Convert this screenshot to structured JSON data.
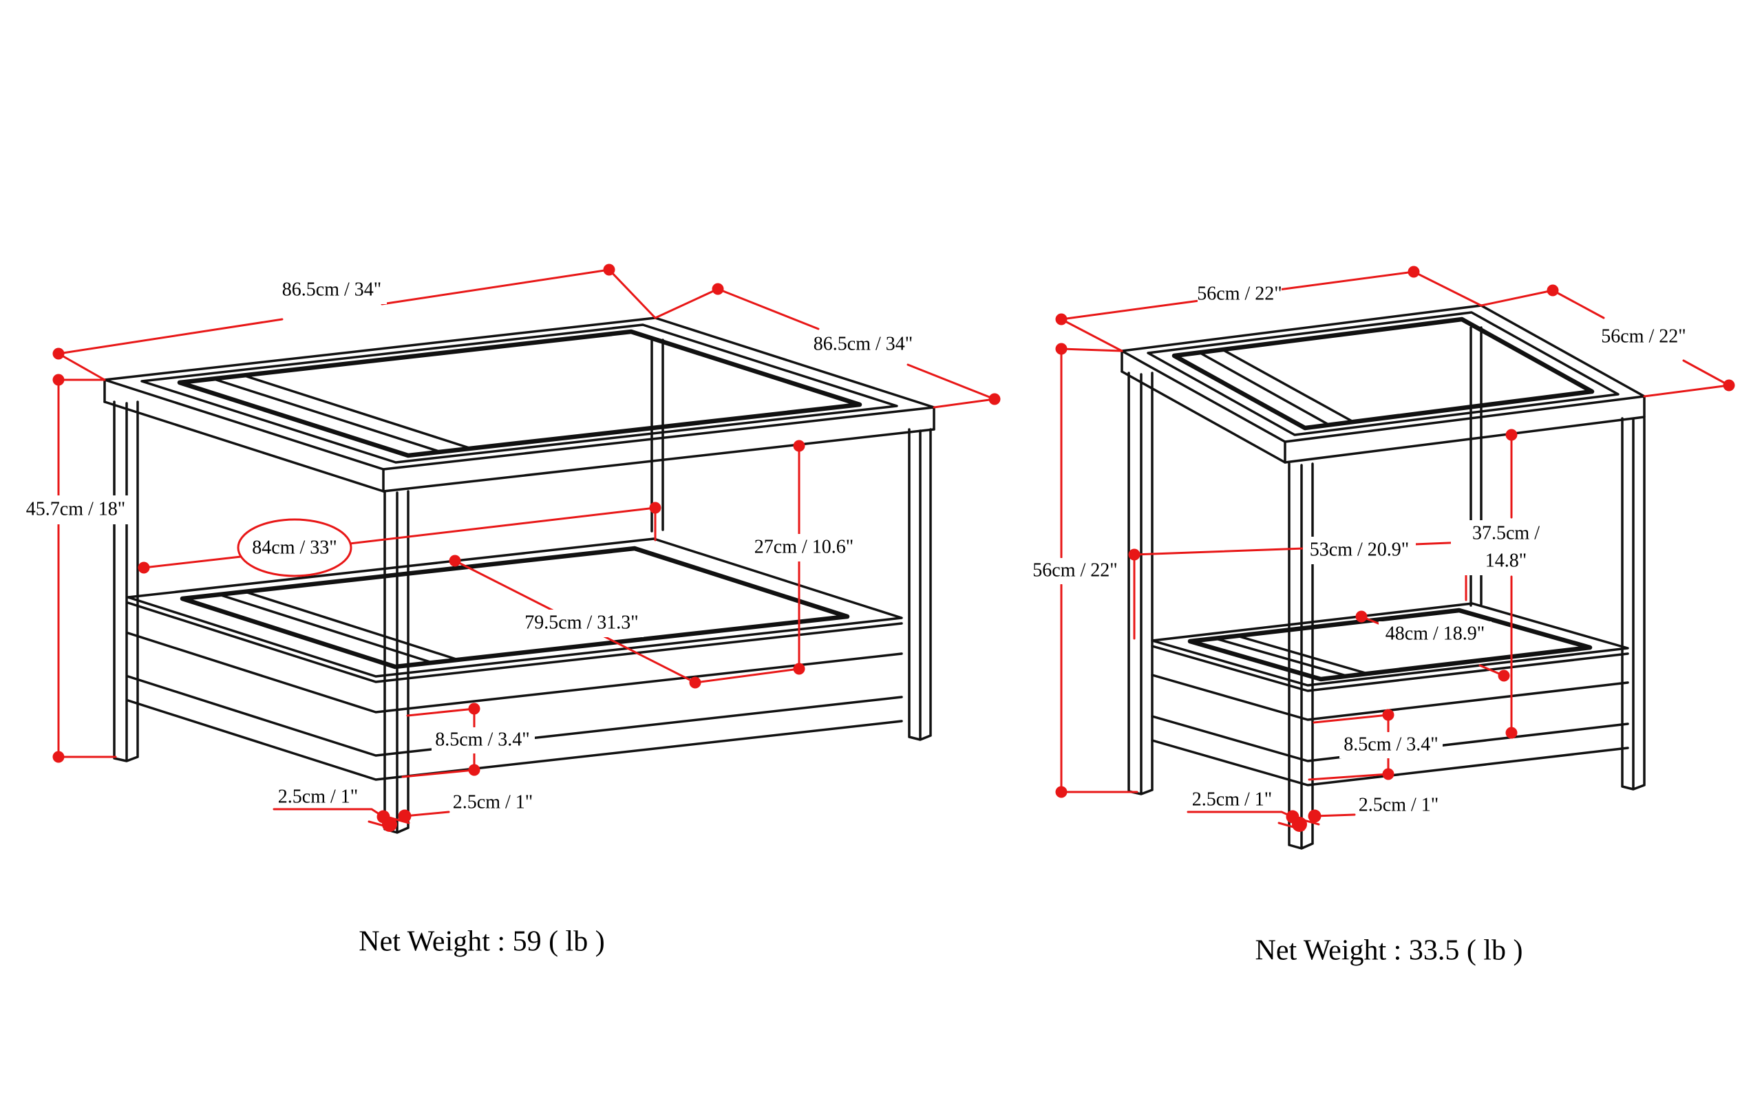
{
  "page": {
    "background": "#ffffff"
  },
  "diagram": {
    "accent_color": "#e81717",
    "line_color": "#111111",
    "tables": [
      {
        "id": "coffee-table",
        "net_weight": "Net Weight : 59 ( lb )",
        "labels": {
          "top_width": "86.5cm / 34\"",
          "top_depth": "86.5cm / 34\"",
          "height": "45.7cm / 18\"",
          "inner_width": "84cm / 33\"",
          "shelf_clearance": "27cm / 10.6\"",
          "shelf_depth": "79.5cm / 31.3\"",
          "shelf_frame_height": "8.5cm / 3.4\"",
          "leg_thickness_side": "2.5cm / 1\"",
          "leg_thickness_front": "2.5cm / 1\""
        }
      },
      {
        "id": "end-table",
        "net_weight": "Net Weight : 33.5 ( lb )",
        "labels": {
          "top_width": "56cm / 22\"",
          "top_depth": "56cm / 22\"",
          "height": "56cm / 22\"",
          "inner_width": "53cm / 20.9\"",
          "shelf_clearance_line1": "37.5cm /",
          "shelf_clearance_line2": "14.8\"",
          "shelf_depth": "48cm / 18.9\"",
          "shelf_frame_height": "8.5cm / 3.4\"",
          "leg_thickness_side": "2.5cm / 1\"",
          "leg_thickness_front": "2.5cm / 1\""
        }
      }
    ]
  }
}
